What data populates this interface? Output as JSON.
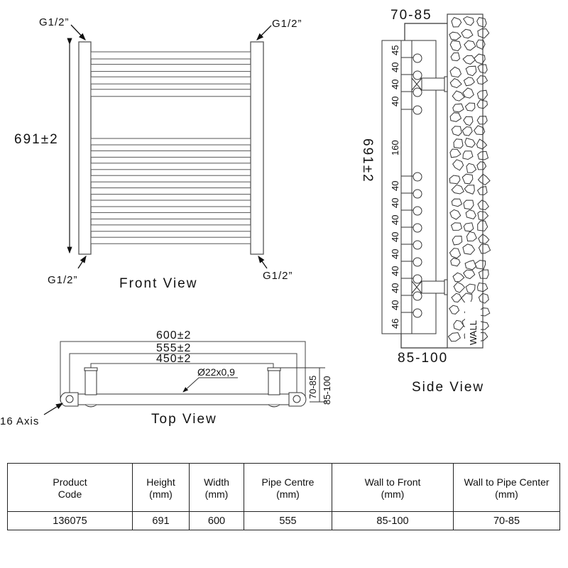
{
  "front_view": {
    "title": "Front View",
    "height_dim": "691±2",
    "connections": [
      "G1/2”",
      "G1/2”",
      "G1/2”",
      "G1/2”"
    ],
    "rails_top_group": 4,
    "rails_bottom_group": 9
  },
  "side_view": {
    "title": "Side View",
    "height_dim": "691±2",
    "top_dim": "70-85",
    "bottom_dim": "85-100",
    "wall_label": "WALL",
    "spacings": [
      "45",
      "40",
      "40",
      "40",
      "160",
      "40",
      "40",
      "40",
      "40",
      "40",
      "40",
      "40",
      "40",
      "46"
    ]
  },
  "top_view": {
    "title": "Top View",
    "dims": [
      "600±2",
      "555±2",
      "450±2"
    ],
    "pipe": "Ø22x0,9",
    "axis": "16 Axis",
    "depth_dims": [
      "70-85",
      "85-100"
    ]
  },
  "table": {
    "headers": [
      [
        "Product",
        "Code"
      ],
      [
        "Height",
        "(mm)"
      ],
      [
        "Width",
        "(mm)"
      ],
      [
        "Pipe Centre",
        "(mm)"
      ],
      [
        "Wall to Front",
        "(mm)"
      ],
      [
        "Wall to Pipe Center",
        "(mm)"
      ]
    ],
    "row": [
      "136075",
      "691",
      "600",
      "555",
      "85-100",
      "70-85"
    ]
  }
}
